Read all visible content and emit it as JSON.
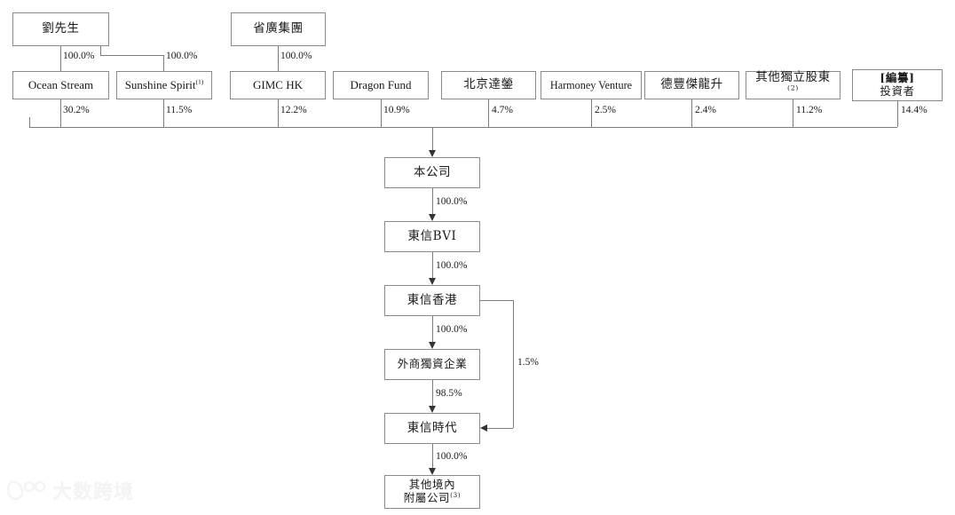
{
  "document": {
    "type": "shareholding-structure-chart",
    "watermark": {
      "logo_icon": "dashu-logo-icon",
      "text": "大数跨境"
    }
  },
  "top_owners": [
    {
      "id": "liu",
      "label": "劉先生"
    },
    {
      "id": "shengguang",
      "label": "省廣集團"
    }
  ],
  "ownership_links_top": [
    {
      "from": "liu",
      "to": "ocean_stream",
      "percent": "100.0%"
    },
    {
      "from": "liu",
      "to": "sunshine_spirit",
      "percent": "100.0%"
    },
    {
      "from": "shengguang",
      "to": "gimc_hk",
      "percent": "100.0%"
    }
  ],
  "shareholders": [
    {
      "id": "ocean_stream",
      "label": "Ocean Stream",
      "script": "en",
      "percent": "30.2%"
    },
    {
      "id": "sunshine_spirit",
      "label": "Sunshine Spirit",
      "script": "en",
      "footnote": "(1)",
      "percent": "11.5%"
    },
    {
      "id": "gimc_hk",
      "label": "GIMC HK",
      "script": "en",
      "percent": "12.2%"
    },
    {
      "id": "dragon_fund",
      "label": "Dragon Fund",
      "script": "en",
      "percent": "10.9%"
    },
    {
      "id": "beijing_daying",
      "label": "北京達鎣",
      "script": "cn",
      "percent": "4.7%"
    },
    {
      "id": "harmoney_venture",
      "label": "Harmoney Venture",
      "script": "en",
      "percent": "2.5%"
    },
    {
      "id": "defeng",
      "label": "德豐傑龍升",
      "script": "cn",
      "percent": "2.4%"
    },
    {
      "id": "other_independent",
      "label": "其他獨立股東",
      "script": "cn",
      "footnote": "(2)",
      "percent": "11.2%"
    },
    {
      "id": "placing_investors",
      "label_line1": "[編纂]",
      "label_line2": "投資者",
      "script": "cn",
      "percent": "14.4%"
    }
  ],
  "chain": [
    {
      "id": "company",
      "label": "本公司",
      "script": "cn"
    },
    {
      "id": "dongxin_bvi",
      "label": "東信BVI",
      "script": "cn"
    },
    {
      "id": "dongxin_hk",
      "label": "東信香港",
      "script": "cn"
    },
    {
      "id": "wfoe",
      "label": "外商獨資企業",
      "script": "cn"
    },
    {
      "id": "dongxin_times",
      "label": "東信時代",
      "script": "cn"
    },
    {
      "id": "other_domestic",
      "label_line1": "其他境內",
      "label_line2": "附屬公司",
      "script": "cn",
      "footnote": "(3)"
    }
  ],
  "chain_links": [
    {
      "from": "company",
      "to": "dongxin_bvi",
      "percent": "100.0%"
    },
    {
      "from": "dongxin_bvi",
      "to": "dongxin_hk",
      "percent": "100.0%"
    },
    {
      "from": "dongxin_hk",
      "to": "wfoe",
      "percent": "100.0%"
    },
    {
      "from": "wfoe",
      "to": "dongxin_times",
      "percent": "98.5%"
    },
    {
      "from": "dongxin_hk",
      "to": "dongxin_times",
      "percent": "1.5%"
    },
    {
      "from": "dongxin_times",
      "to": "other_domestic",
      "percent": "100.0%"
    }
  ],
  "colors": {
    "box_border": "#8a8a8a",
    "connector": "#7d7d7d",
    "arrow": "#333333",
    "text": "#1a1a1a",
    "background": "#ffffff"
  }
}
